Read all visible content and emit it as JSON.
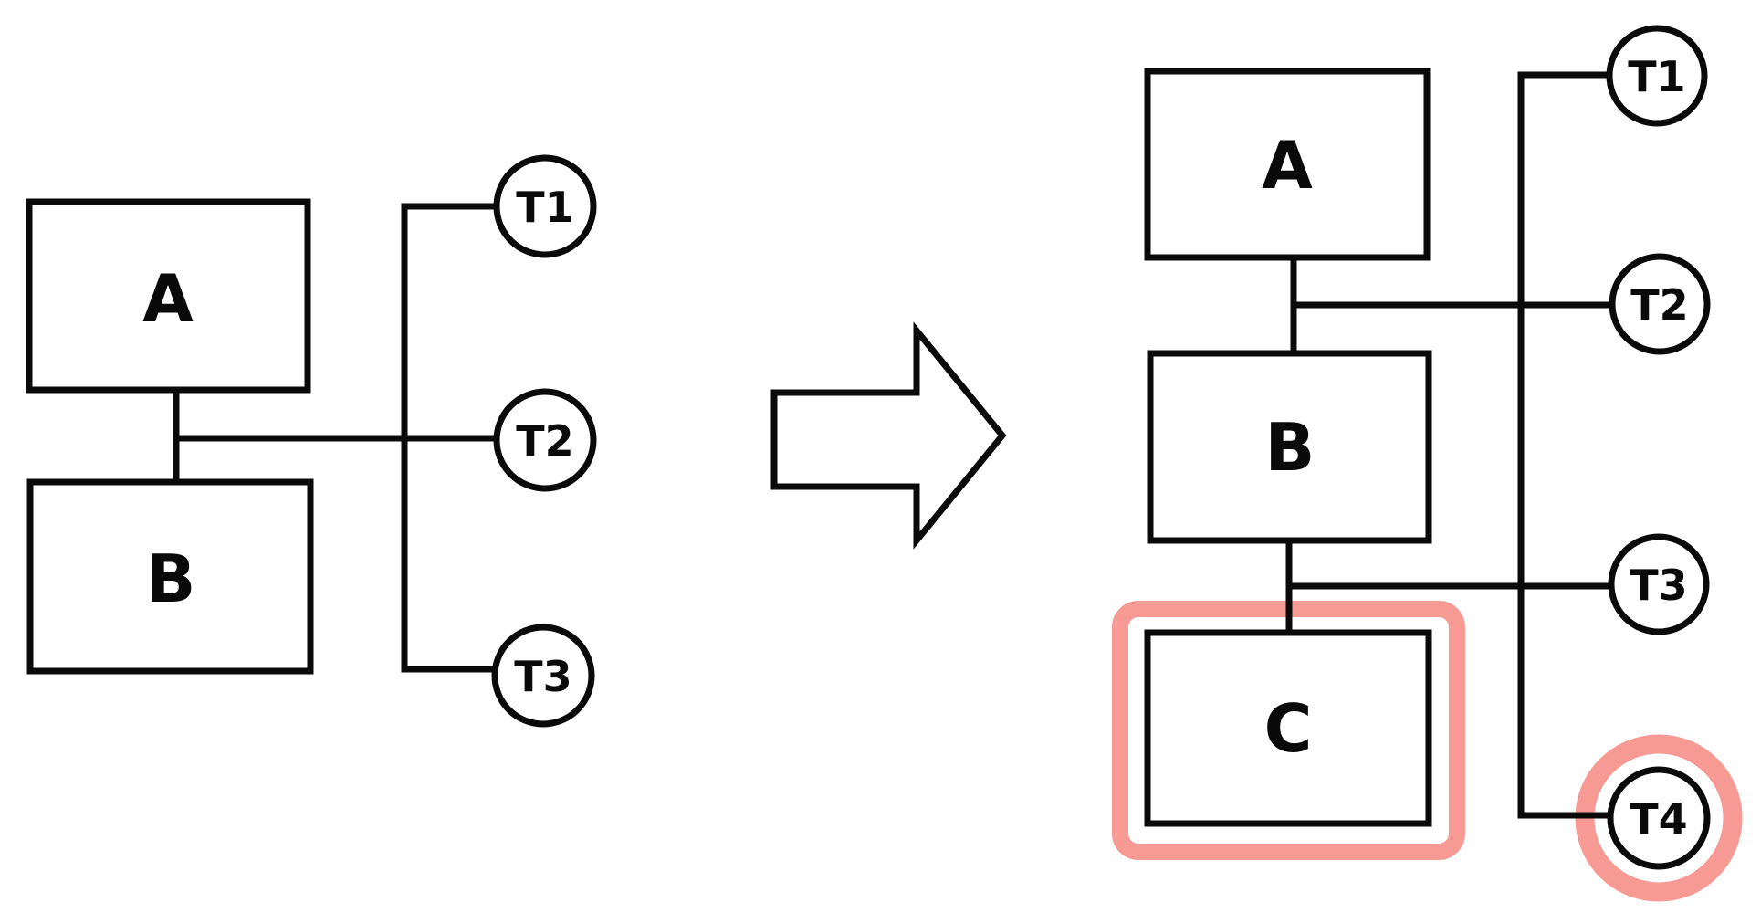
{
  "before": {
    "boxes": [
      "A",
      "B"
    ],
    "terminals": [
      "T1",
      "T2",
      "T3"
    ]
  },
  "after": {
    "boxes": [
      "A",
      "B",
      "C"
    ],
    "terminals": [
      "T1",
      "T2",
      "T3",
      "T4"
    ],
    "highlighted_box": "C",
    "highlighted_terminal": "T4"
  },
  "icons": {
    "transform": "right-block-arrow"
  },
  "colors": {
    "ink": "#0a0a0a",
    "highlight": "#f89a94",
    "background": "#ffffff"
  }
}
